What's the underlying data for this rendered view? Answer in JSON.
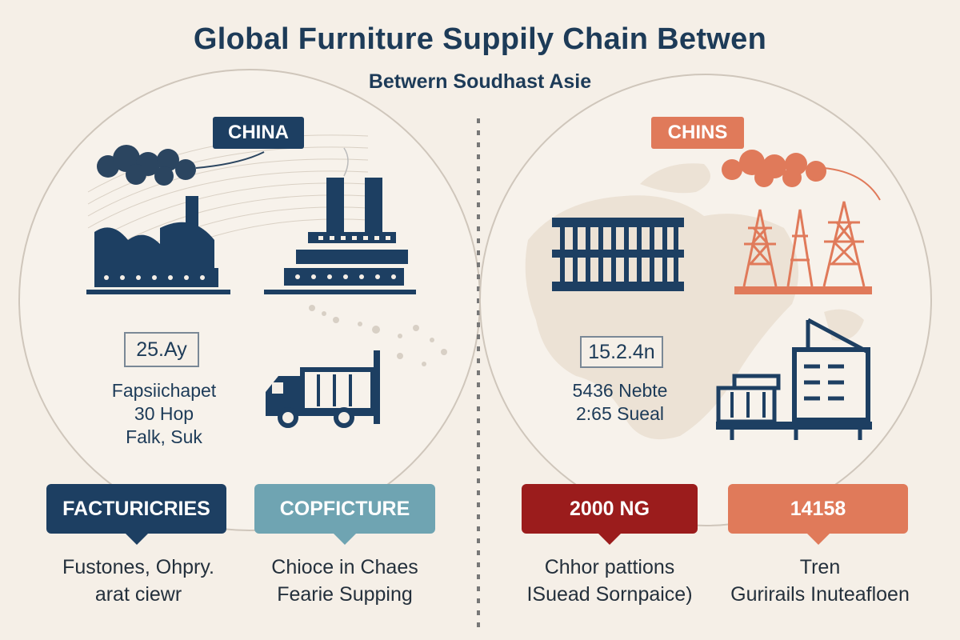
{
  "header": {
    "title": "Global Furniture Suppily Chain Betwen",
    "subtitle": "Betwern Soudhast Asie"
  },
  "left_panel": {
    "label": "CHINA",
    "stat_box": "25.Ay",
    "stat_lines": [
      "Fapsiichapet",
      "30 Hop",
      "Falk, Suk"
    ]
  },
  "right_panel": {
    "label": "CHINS",
    "stat_box": "15.2.4n",
    "stat_lines": [
      "5436 Nebte",
      "2:65 Sueal"
    ]
  },
  "tags": [
    {
      "label": "FACTURICRIES",
      "color": "#1d3f62",
      "caption": [
        "Fustones, Ohpry.",
        "arat ciewr"
      ]
    },
    {
      "label": "COPFICTURE",
      "color": "#6fa4b2",
      "caption": [
        "Chioce in Chaes",
        "Fearie Supping"
      ]
    },
    {
      "label": "2000 NG",
      "color": "#9b1c1c",
      "caption": [
        "Chhor pattions",
        "ISuead Sornpaice)"
      ]
    },
    {
      "label": "14158",
      "color": "#e07a5a",
      "caption": [
        "Tren",
        "Gurirails Inuteafloen"
      ]
    }
  ],
  "colors": {
    "navy": "#1d3f62",
    "teal": "#6fa4b2",
    "red": "#9b1c1c",
    "orange": "#e07a5a",
    "background": "#f5efe7"
  },
  "icons": [
    "factory-icon",
    "industrial-plant-icon",
    "delivery-truck-icon",
    "warehouse-icon",
    "power-tower-icon",
    "container-crane-icon",
    "smoke-cloud-icon",
    "world-map-icon"
  ]
}
